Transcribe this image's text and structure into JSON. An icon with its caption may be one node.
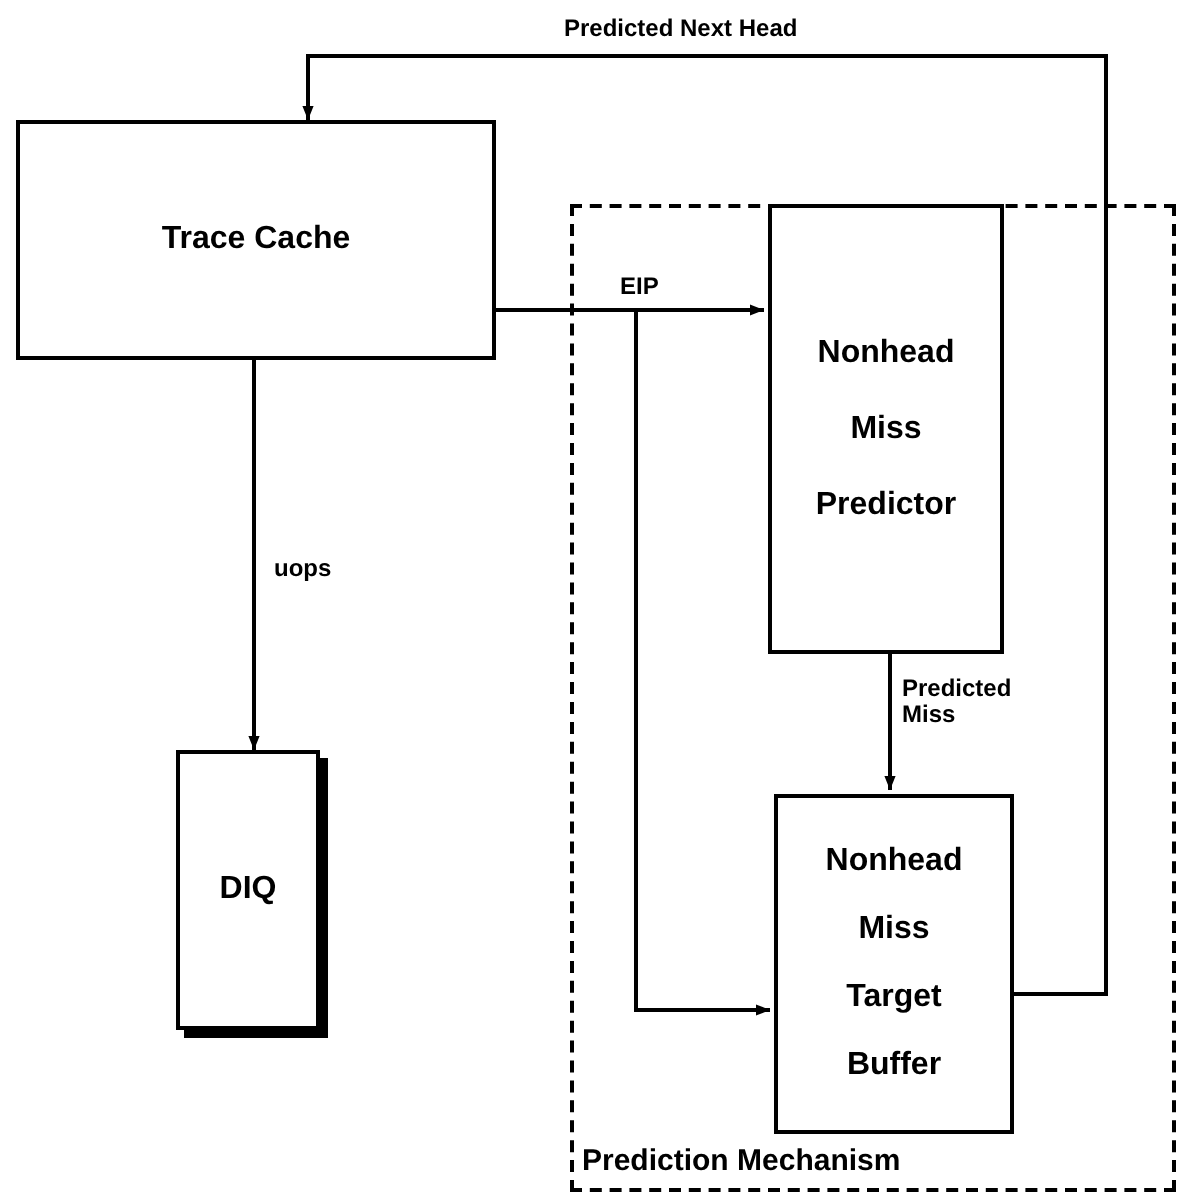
{
  "diagram": {
    "nodes": [
      {
        "text": [
          "Trace Cache"
        ]
      },
      {
        "text": [
          "Prediction Mechanism"
        ]
      },
      {
        "text": [
          "Nonhead Miss Predictor"
        ],
        "in": 1
      },
      {
        "text": [
          "Nonhead Miss Target Buffer"
        ],
        "in": 1
      },
      {
        "text": [
          "DIQ"
        ]
      }
    ],
    "edges": [
      {
        "from": 0,
        "to": 2,
        "arrow": "to",
        "label": "EIP"
      },
      {
        "from": 0,
        "to": 3,
        "arrow": "to"
      },
      {
        "from": 0,
        "to": 4,
        "arrow": "to",
        "label": "uops"
      },
      {
        "from": 2,
        "to": 3,
        "arrow": "to",
        "label": "Predicted Miss"
      },
      {
        "from": 3,
        "to": 0,
        "arrow": "to",
        "label": "Predicted Next Head"
      }
    ]
  }
}
